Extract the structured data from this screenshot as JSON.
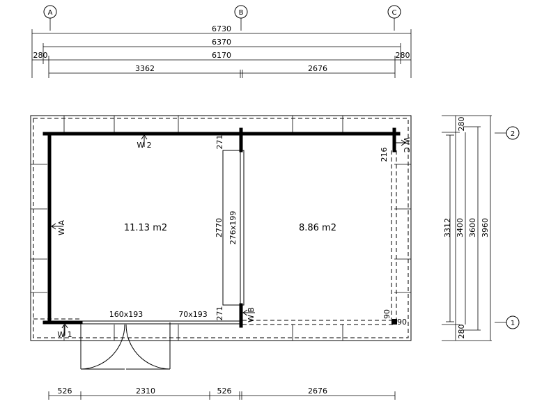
{
  "grid": {
    "columns": [
      "A",
      "B",
      "C"
    ],
    "rows": [
      "2",
      "1"
    ]
  },
  "dimensions_top": {
    "overall": "6730",
    "inner": "6370",
    "left_overhang": "280",
    "center": "6170",
    "right_overhang": "280",
    "room_left": "3362",
    "room_right": "2676"
  },
  "dimensions_right": {
    "top_overhang": "280",
    "d3312": "3312",
    "d3400": "3400",
    "d3600": "3600",
    "d3960": "3960",
    "bottom_overhang": "280"
  },
  "dimensions_bottom": {
    "d1": "526",
    "d2": "2310",
    "d3": "526",
    "d4": "2676"
  },
  "rooms": {
    "left_area": "11.13 m2",
    "right_area": "8.86 m2"
  },
  "labels": {
    "wall_a": "W A",
    "wall_b": "W B",
    "wall_c": "W C",
    "wall_1": "W 1",
    "wall_2": "W 2",
    "door_size": "160x193",
    "window_size": "70x193",
    "opening_size": "276x199",
    "opening_height": "2770",
    "post_top": "271",
    "post_bottom": "271",
    "post_right": "216",
    "corner_v": "90",
    "corner_h": "90"
  }
}
